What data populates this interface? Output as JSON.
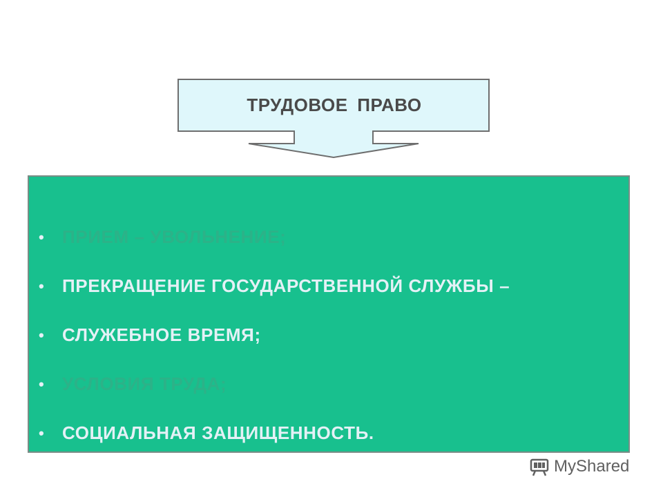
{
  "header": {
    "title": "ТРУДОВОЕ  ПРАВО"
  },
  "topics": [
    {
      "text": "ПРИЕМ – УВОЛЬНЕНИЕ;",
      "style": "faded"
    },
    {
      "text": "ПРЕКРАЩЕНИЕ ГОСУДАРСТВЕННОЙ СЛУЖБЫ –",
      "style": "light"
    },
    {
      "text": "СЛУЖЕБНОЕ ВРЕМЯ;",
      "style": "light"
    },
    {
      "text": "УСЛОВИЯ ТРУДА;",
      "style": "faded"
    },
    {
      "text": "СОЦИАЛЬНАЯ ЗАЩИЩЕННОСТЬ.",
      "style": "light"
    }
  ],
  "bullet_char": "•",
  "watermark": {
    "text": "MyShared",
    "icon": "myshared-logo-icon"
  },
  "colors": {
    "callout_fill": "#dff7fb",
    "callout_border": "#6e6e6e",
    "box_fill": "#18c08e",
    "light_text": "#e4f1f6",
    "faded_text": "#2cb288",
    "header_text": "#4a4a4a"
  }
}
